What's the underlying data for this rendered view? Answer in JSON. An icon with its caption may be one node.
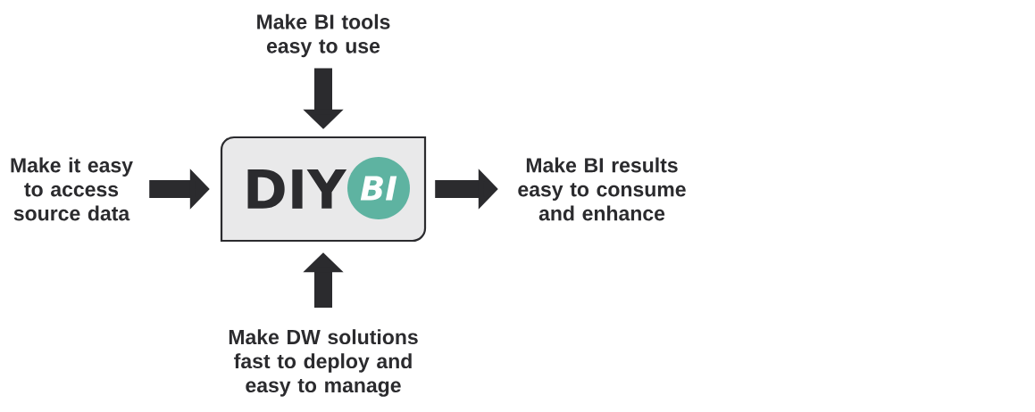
{
  "diagram": {
    "nodes": [
      {
        "text": [
          "Make BI tools easy to use"
        ]
      },
      {
        "text": [
          "Make it easy to access source data"
        ]
      },
      {
        "text": [
          "DIY"
        ]
      },
      {
        "text": [
          "BI"
        ],
        "in": 2
      },
      {
        "text": [
          "Make BI results easy to consume and enhance"
        ]
      },
      {
        "text": [
          "Make DW solutions fast to deploy and easy to manage"
        ]
      }
    ],
    "edges": [
      {
        "from": 0,
        "to": 2,
        "arrow": "to"
      },
      {
        "from": 1,
        "to": 2,
        "arrow": "to"
      },
      {
        "from": 2,
        "to": 4,
        "arrow": "to"
      },
      {
        "from": 5,
        "to": 2,
        "arrow": "to"
      }
    ]
  }
}
